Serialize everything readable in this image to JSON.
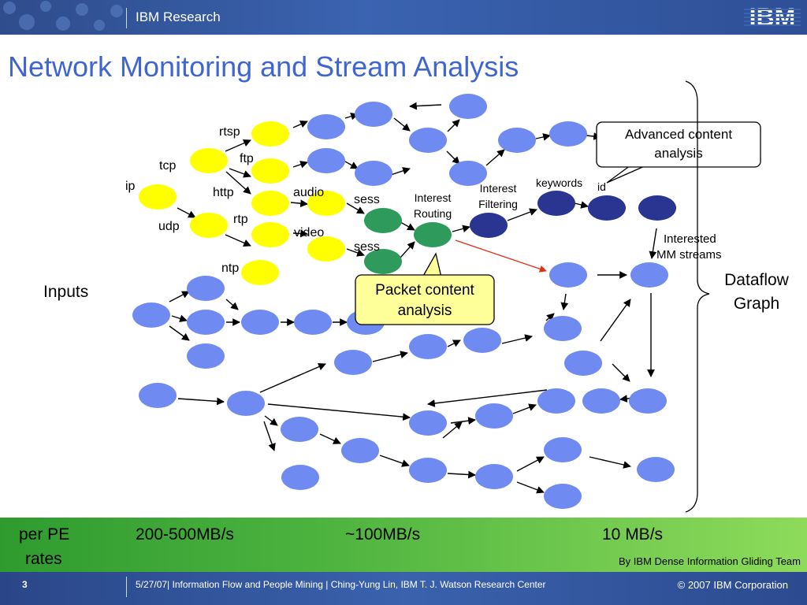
{
  "header": {
    "org": "IBM Research",
    "logo_text": "IBM"
  },
  "slide": {
    "title": "Network Monitoring and Stream Analysis",
    "number": "3"
  },
  "diagram": {
    "protocol_labels": {
      "ip": "ip",
      "tcp": "tcp",
      "udp": "udp",
      "rtsp": "rtsp",
      "ftp": "ftp",
      "http": "http",
      "rtp": "rtp",
      "ntp": "ntp",
      "audio": "audio",
      "video": "video",
      "sess1": "sess",
      "sess2": "sess"
    },
    "stage_labels": {
      "interest_routing": [
        "Interest",
        "Routing"
      ],
      "interest_filtering": [
        "Interest",
        "Filtering"
      ],
      "keywords": "keywords",
      "id": "id",
      "interested_mm": [
        "Interested",
        "MM streams"
      ]
    },
    "callouts": {
      "advanced": [
        "Advanced content",
        "analysis"
      ],
      "packet": [
        "Packet content",
        "analysis"
      ]
    },
    "inputs": "Inputs",
    "dataflow": [
      "Dataflow",
      "Graph"
    ],
    "colors": {
      "blue_node": "#6f8af0",
      "yellow_node": "#ffff00",
      "green_node": "#2e9b5c",
      "navy_node": "#2a3592",
      "callout_fill": "#ffff99",
      "title": "#3f66d0"
    }
  },
  "bandwidth": {
    "label": [
      "per PE",
      "rates"
    ],
    "r1": "200-500MB/s",
    "r2": "~100MB/s",
    "r3": "10 MB/s",
    "credit": "By IBM Dense Information Gliding Team"
  },
  "footer": {
    "text": "5/27/07| Information Flow and People Mining | Ching-Yung Lin, IBM T. J. Watson Research Center",
    "copyright": "© 2007 IBM Corporation"
  }
}
